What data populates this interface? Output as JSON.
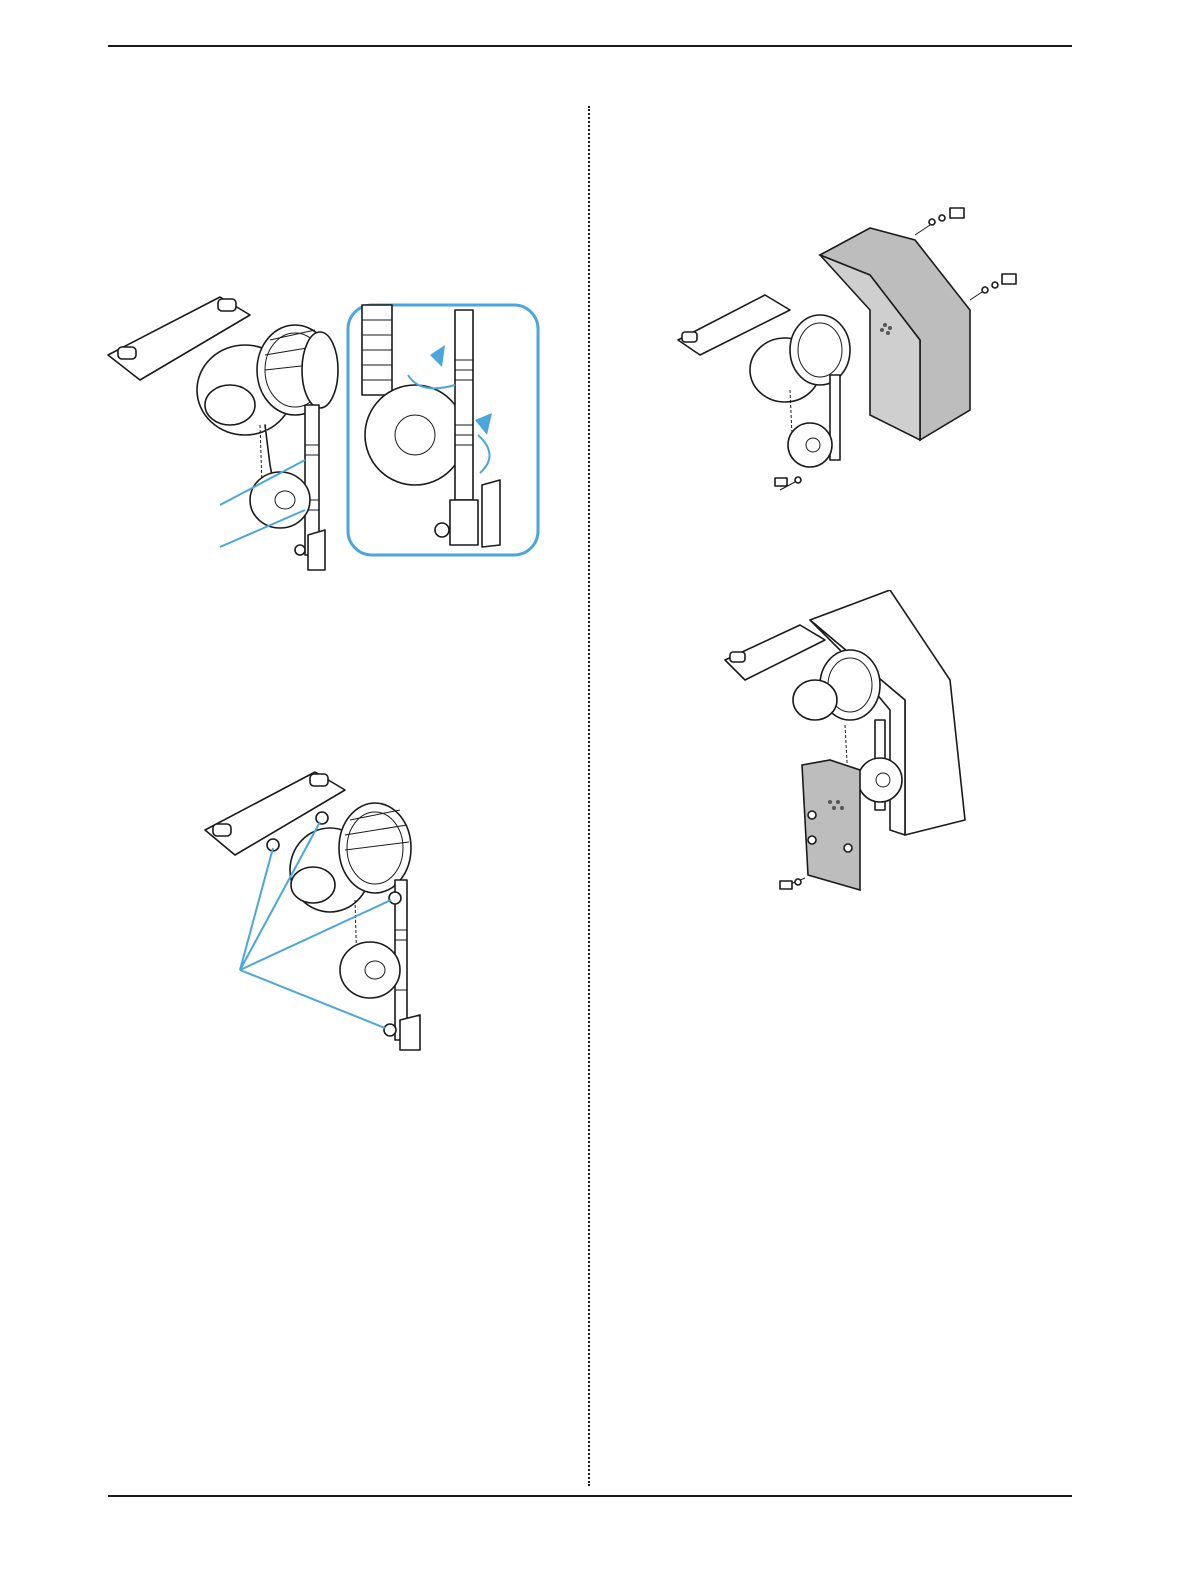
{
  "page": {
    "figures": [
      {
        "id": "fig-chain-adjust",
        "description_icon": "drive-assembly-icon"
      },
      {
        "id": "fig-bolts",
        "description_icon": "drive-assembly-icon"
      },
      {
        "id": "fig-cover-exploded",
        "description_icon": "cover-assembly-icon"
      },
      {
        "id": "fig-cover-installed",
        "description_icon": "cover-assembly-icon"
      }
    ],
    "colors": {
      "accent": "#4aa6dc",
      "line": "#1a1a1a",
      "cover": "#bdbdbd"
    }
  }
}
